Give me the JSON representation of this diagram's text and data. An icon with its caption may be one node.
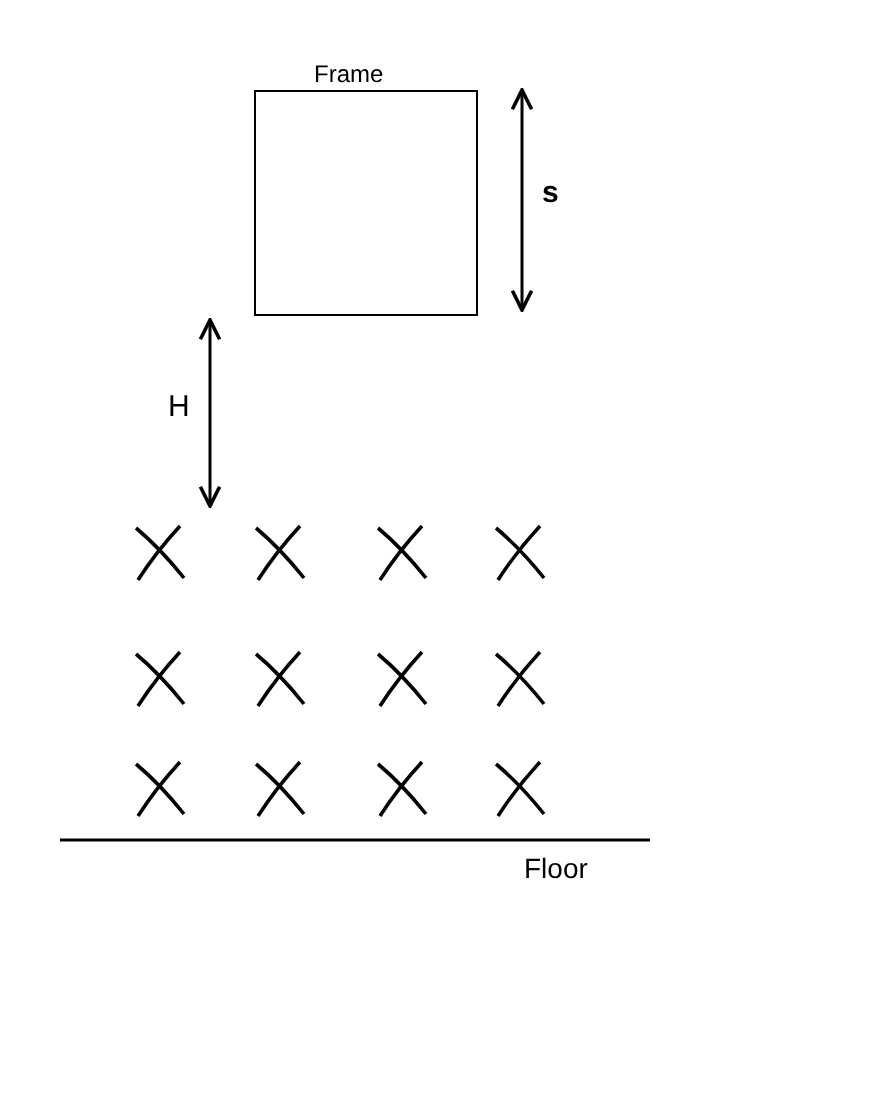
{
  "diagram": {
    "nodes": [
      {
        "text": [
          "Frame"
        ]
      }
    ],
    "edges": [],
    "labels": [
      "s",
      "H",
      "Floor"
    ]
  }
}
